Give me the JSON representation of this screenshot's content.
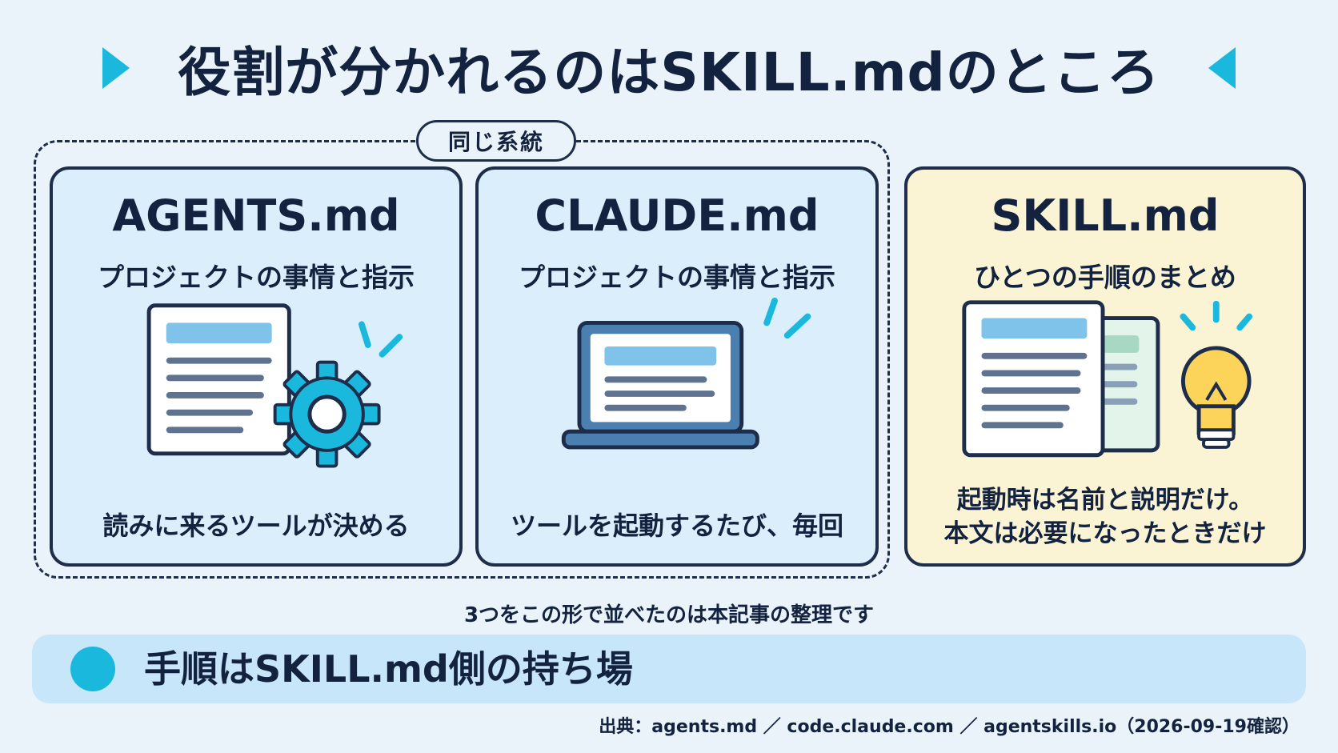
{
  "title": "役割が分かれるのはSKILL.mdのところ",
  "group_label": "同じ系統",
  "cards": [
    {
      "name": "AGENTS.md",
      "subtitle": "プロジェクトの事情と指示",
      "footer": [
        "読みに来るツールが決める"
      ],
      "icon": "document-gear-icon"
    },
    {
      "name": "CLAUDE.md",
      "subtitle": "プロジェクトの事情と指示",
      "footer": [
        "ツールを起動するたび、毎回"
      ],
      "icon": "laptop-icon"
    },
    {
      "name": "SKILL.md",
      "subtitle": "ひとつの手順のまとめ",
      "footer": [
        "起動時は名前と説明だけ。",
        "本文は必要になったときだけ"
      ],
      "icon": "documents-lightbulb-icon"
    }
  ],
  "note": "3つをこの形で並べたのは本記事の整理です",
  "banner": "手順はSKILL.md側の持ち場",
  "source": "出典：agents.md ／ code.claude.com ／ agentskills.io（2026-09-19確認）",
  "colors": {
    "accent": "#19b8dc",
    "navy": "#13233f",
    "card_blue": "#dbeefb",
    "card_yellow": "#fbf4d4",
    "banner": "#c8e6fa"
  }
}
